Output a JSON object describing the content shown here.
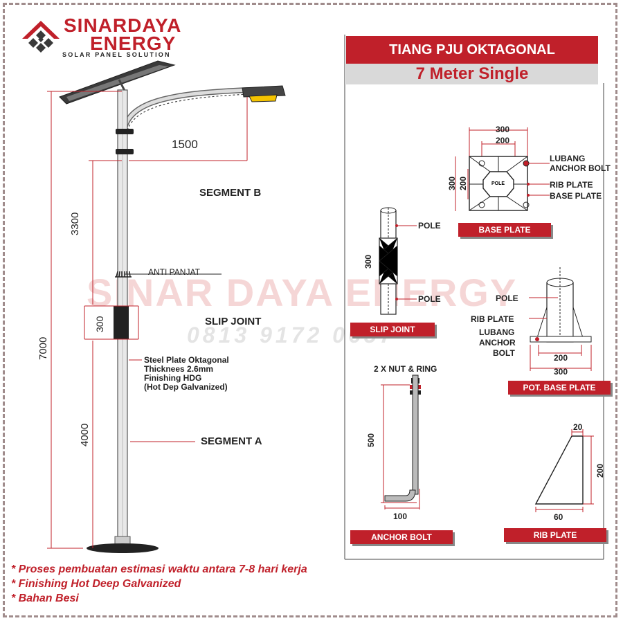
{
  "brand": {
    "name": "SINARDAYA",
    "name2": "ENERGY",
    "tagline": "SOLAR PANEL SOLUTION",
    "watermark": "SINAR DAYA ENERGY",
    "watermark_phone": "0813 9172 0657"
  },
  "header": {
    "title": "TIANG PJU OKTAGONAL",
    "subtitle": "7 Meter Single"
  },
  "pole": {
    "arm_length": "1500",
    "segment_b": "SEGMENT B",
    "segment_b_len": "3300",
    "anti_panjat": "ANTI PANJAT",
    "slip_joint_len": "300",
    "slip_joint": "SLIP JOINT",
    "total_len": "7000",
    "spec_lines": [
      "Steel Plate Oktagonal",
      "Thicknees 2.6mm",
      "Finishing HDG",
      "(Hot Dep Galvanized)"
    ],
    "segment_a_len": "4000",
    "segment_a": "SEGMENT A"
  },
  "base_plate": {
    "outer": "300",
    "inner": "200",
    "outer_v": "300",
    "inner_v": "200",
    "pole_text": "POLE",
    "lubang": "LUBANG",
    "anchor_bolt": "ANCHOR BOLT",
    "rib_plate": "RIB PLATE",
    "base_plate": "BASE PLATE",
    "tag": "BASE PLATE"
  },
  "slip_joint_detail": {
    "pole_top": "POLE",
    "len": "300",
    "pole_bottom": "POLE",
    "tag": "SLIP JOINT"
  },
  "pot_base": {
    "pole": "POLE",
    "rib_plate": "RIB PLATE",
    "lubang": "LUBANG",
    "anchor": "ANCHOR",
    "bolt": "BOLT",
    "inner": "200",
    "outer": "300",
    "tag": "POT. BASE PLATE"
  },
  "anchor_bolt": {
    "nut": "2 X NUT & RING",
    "len": "500",
    "foot": "100",
    "tag": "ANCHOR BOLT"
  },
  "rib_plate": {
    "top": "20",
    "height": "200",
    "base": "60",
    "tag": "RIB PLATE"
  },
  "notes": [
    "* Proses pembuatan estimasi waktu antara 7-8 hari kerja",
    "* Finishing Hot Deep Galvanized",
    "* Bahan Besi"
  ],
  "colors": {
    "accent": "#c0202a",
    "dim": "#c0202a",
    "pole_fill": "#e8e8e8",
    "lamp": "#f5c400"
  }
}
